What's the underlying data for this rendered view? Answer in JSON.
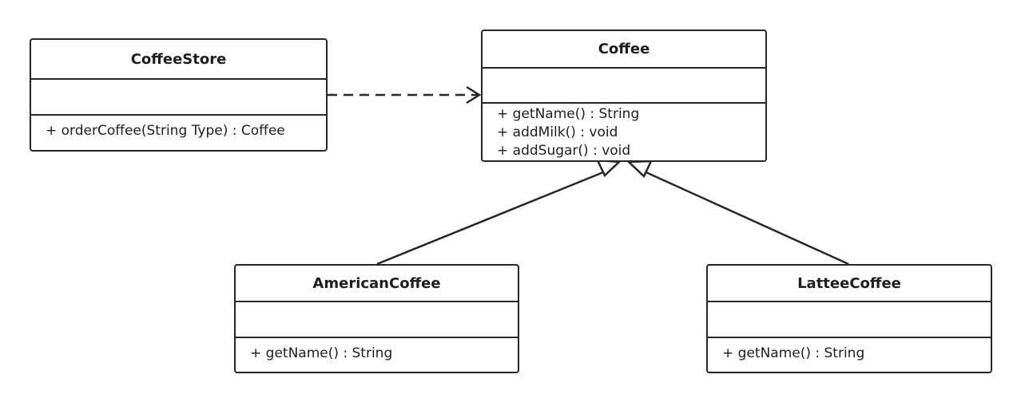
{
  "diagram": {
    "classes": [
      {
        "id": "coffeestore",
        "name": "CoffeeStore",
        "attributes": [],
        "operations": [
          "+ orderCoffee(String Type) : Coffee"
        ]
      },
      {
        "id": "coffee",
        "name": "Coffee",
        "attributes": [],
        "operations": [
          "+ getName() : String",
          "+ addMilk() : void",
          "+ addSugar() : void"
        ]
      },
      {
        "id": "american",
        "name": "AmericanCoffee",
        "attributes": [],
        "operations": [
          "+ getName() : String"
        ]
      },
      {
        "id": "lattee",
        "name": "LatteeCoffee",
        "attributes": [],
        "operations": [
          "+ getName() : String"
        ]
      }
    ],
    "relationships": [
      {
        "type": "dependency",
        "from": "CoffeeStore",
        "to": "Coffee",
        "style": "dashed open arrow"
      },
      {
        "type": "generalization",
        "from": "AmericanCoffee",
        "to": "Coffee",
        "style": "hollow triangle"
      },
      {
        "type": "generalization",
        "from": "LatteeCoffee",
        "to": "Coffee",
        "style": "hollow triangle"
      }
    ],
    "colors": {
      "line": "#262626",
      "background": "#ffffff",
      "text": "#1e1e1e"
    }
  }
}
